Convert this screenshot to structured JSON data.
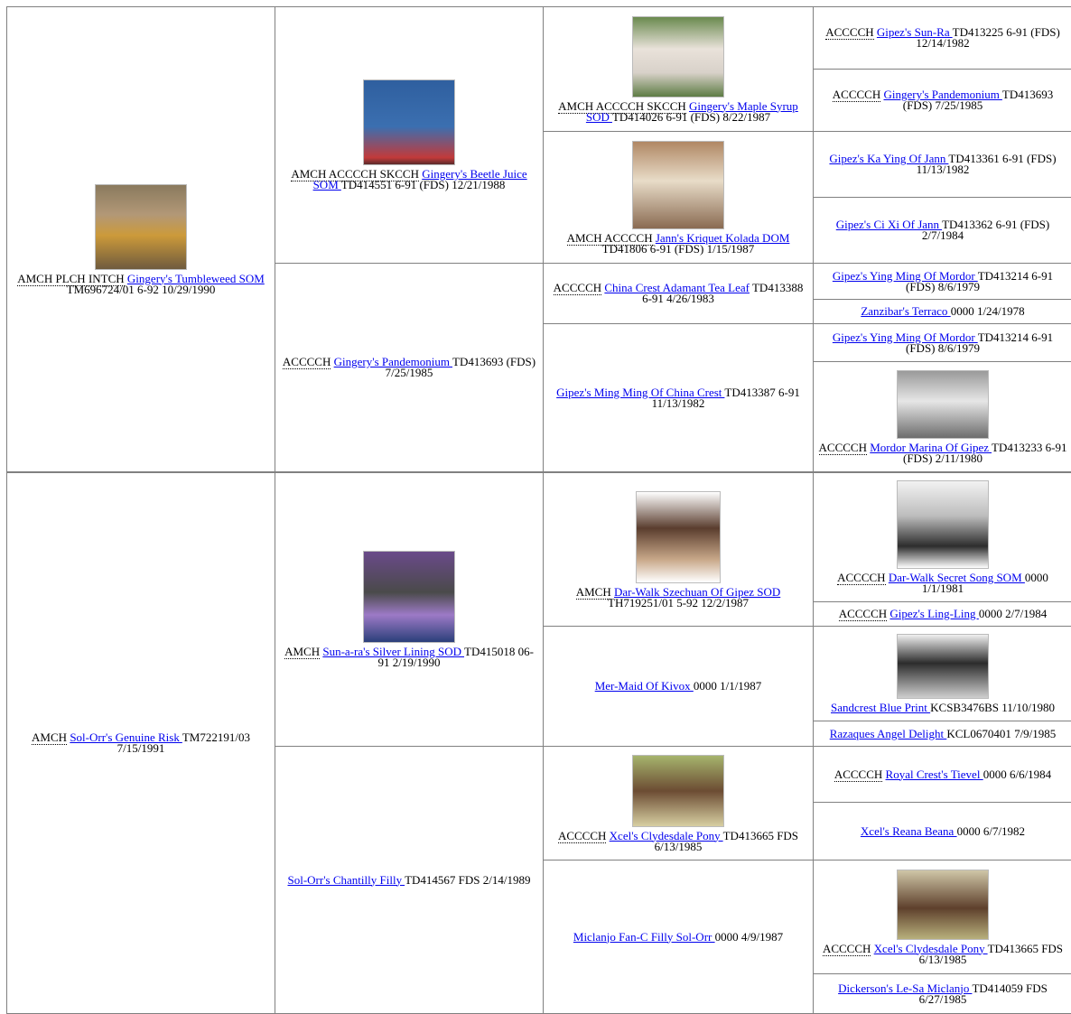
{
  "dogs": [
    {
      "prefix": "AMCH PLCH INTCH",
      "name": "Gingery's Tumbleweed SOM",
      "details": " TM696724/01 6-92 10/29/1990",
      "photo": "dog-photo"
    },
    {
      "prefix": "AMCH ACCCCH SKCCH",
      "name": "Gingery's Beetle Juice SOM ",
      "details": "TD414551 6-91 (FDS) 12/21/1988",
      "photo": "dog-photo"
    },
    {
      "prefix": "AMCH ACCCCH SKCCH",
      "name": "Gingery's Maple Syrup SOD ",
      "details": "TD414026 6-91 (FDS) 8/22/1987",
      "photo": "dog-photo"
    },
    {
      "prefix": "ACCCCH",
      "name": "Gipez's Sun-Ra ",
      "details": "TD413225 6-91 (FDS) 12/14/1982"
    },
    {
      "prefix": "ACCCCH",
      "name": "Gingery's Pandemonium ",
      "details": "TD413693 (FDS) 7/25/1985"
    },
    {
      "prefix": "AMCH ACCCCH",
      "name": "Jann's Kriquet Kolada DOM",
      "details": " TD41806 6-91 (FDS) 1/15/1987",
      "photo": "dog-photo"
    },
    {
      "prefix": "",
      "name": "Gipez's Ka Ying Of Jann ",
      "details": "TD413361 6-91 (FDS) 11/13/1982"
    },
    {
      "prefix": "",
      "name": "Gipez's Ci Xi Of Jann ",
      "details": "TD413362 6-91 (FDS) 2/7/1984"
    },
    {
      "prefix": "ACCCCH",
      "name": "Gingery's Pandemonium ",
      "details": "TD413693 (FDS) 7/25/1985"
    },
    {
      "prefix": "ACCCCH",
      "name": "China Crest Adamant Tea Leaf",
      "details": " TD413388 6-91 4/26/1983"
    },
    {
      "prefix": "",
      "name": "Gipez's Ying Ming Of Mordor ",
      "details": "TD413214 6-91 (FDS) 8/6/1979"
    },
    {
      "prefix": "",
      "name": "Zanzibar's Terraco ",
      "details": "0000 1/24/1978"
    },
    {
      "prefix": "",
      "name": "Gipez's Ming Ming Of China Crest ",
      "details": "TD413387 6-91 11/13/1982"
    },
    {
      "prefix": "",
      "name": "Gipez's Ying Ming Of Mordor ",
      "details": "TD413214 6-91 (FDS) 8/6/1979"
    },
    {
      "prefix": "ACCCCH",
      "name": "Mordor Marina Of Gipez ",
      "details": "TD413233 6-91 (FDS) 2/11/1980",
      "photo": "dog-photo"
    },
    {
      "prefix": "AMCH",
      "name": "Sol-Orr's Genuine Risk ",
      "details": "TM722191/03 7/15/1991"
    },
    {
      "prefix": "AMCH",
      "name": "Sun-a-ra's Silver Lining SOD ",
      "details": "TD415018 06-91 2/19/1990",
      "photo": "dog-photo"
    },
    {
      "prefix": "AMCH",
      "name": "Dar-Walk Szechuan Of Gipez SOD",
      "details": " TH719251/01 5-92 12/2/1987",
      "photo": "dog-photo"
    },
    {
      "prefix": "ACCCCH",
      "name": "Dar-Walk Secret Song SOM ",
      "details": "0000 1/1/1981",
      "photo": "dog-photo"
    },
    {
      "prefix": "ACCCCH",
      "name": "Gipez's Ling-Ling ",
      "details": "0000 2/7/1984"
    },
    {
      "prefix": "",
      "name": "Mer-Maid Of Kivox ",
      "details": "0000 1/1/1987"
    },
    {
      "prefix": "",
      "name": "Sandcrest Blue Print ",
      "details": "KCSB3476BS 11/10/1980",
      "photo": "dog-photo"
    },
    {
      "prefix": "",
      "name": "Razaques Angel Delight ",
      "details": "KCL0670401 7/9/1985"
    },
    {
      "prefix": "",
      "name": "Sol-Orr's Chantilly Filly ",
      "details": "TD414567 FDS 2/14/1989"
    },
    {
      "prefix": "ACCCCH",
      "name": "Xcel's Clydesdale Pony ",
      "details": "TD413665 FDS 6/13/1985",
      "photo": "dog-photo"
    },
    {
      "prefix": "ACCCCH",
      "name": "Royal Crest's Tievel ",
      "details": "0000 6/6/1984"
    },
    {
      "prefix": "",
      "name": "Xcel's Reana Beana ",
      "details": "0000 6/7/1982"
    },
    {
      "prefix": "",
      "name": "Miclanjo Fan-C Filly Sol-Orr ",
      "details": "0000 4/9/1987"
    },
    {
      "prefix": "ACCCCH",
      "name": "Xcel's Clydesdale Pony ",
      "details": "TD413665 FDS 6/13/1985",
      "photo": "dog-photo"
    },
    {
      "prefix": "",
      "name": "Dickerson's Le-Sa Miclanjo ",
      "details": "TD414059 FDS 6/27/1985"
    }
  ]
}
